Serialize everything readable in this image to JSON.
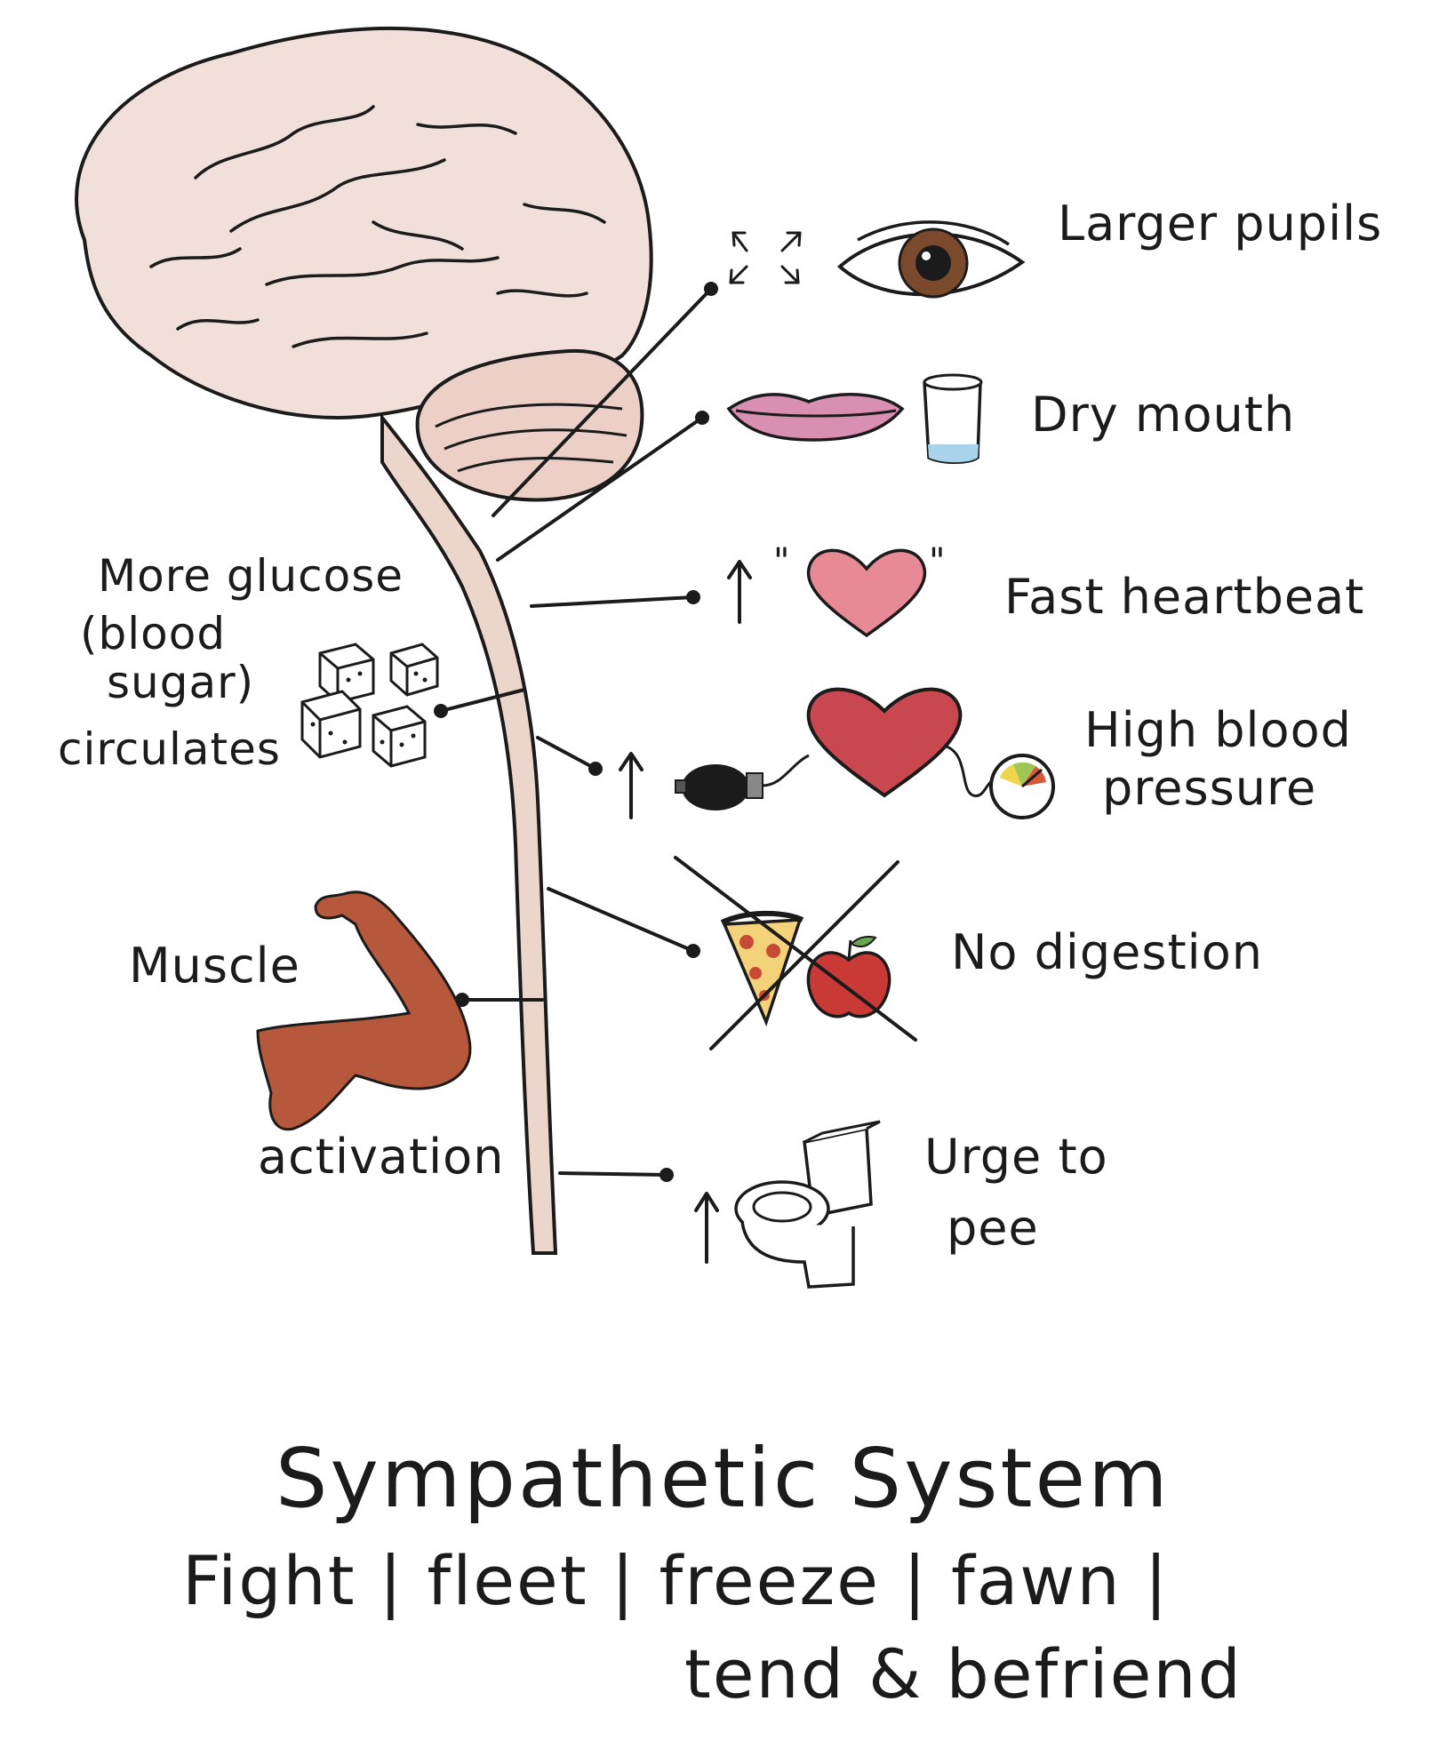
{
  "colors": {
    "brain": "#f1dfd9",
    "brain_fold": "#dcbfb6",
    "spine": "#ecd5cb",
    "ink": "#1b1b1b",
    "heart": "#c9474f",
    "heart_light": "#e78a95",
    "lips": "#d98fb1",
    "skin": "#b5583c",
    "iris": "#7b4a2c",
    "water": "#a8d3ea",
    "apple": "#c93a36",
    "pizza_crust": "#e7b95a",
    "pepperoni": "#c64a34"
  },
  "effects": {
    "pupils": "Larger pupils",
    "mouth": "Dry mouth",
    "heartbeat": "Fast heartbeat",
    "bp_line1": "High blood",
    "bp_line2": "pressure",
    "digestion": "No digestion",
    "pee_line1": "Urge to",
    "pee_line2": "pee",
    "glucose_line1": "More glucose",
    "glucose_line2": "(blood",
    "glucose_line3": "sugar)",
    "glucose_line4": "circulates",
    "muscle_line1": "Muscle",
    "muscle_line2": "activation"
  },
  "title": "Sympathetic System",
  "subtitle_line1": "Fight | fleet | freeze | fawn |",
  "subtitle_line2": "tend & befriend",
  "icons": [
    "eye-icon",
    "dilation-arrows-icon",
    "lips-icon",
    "water-glass-icon",
    "heart-icon",
    "up-arrow-icon",
    "blood-pressure-pump-icon",
    "pressure-gauge-icon",
    "pizza-icon",
    "apple-icon",
    "toilet-icon",
    "sugar-cube-icon",
    "flexed-arm-icon",
    "brain-icon",
    "spinal-cord-icon"
  ]
}
